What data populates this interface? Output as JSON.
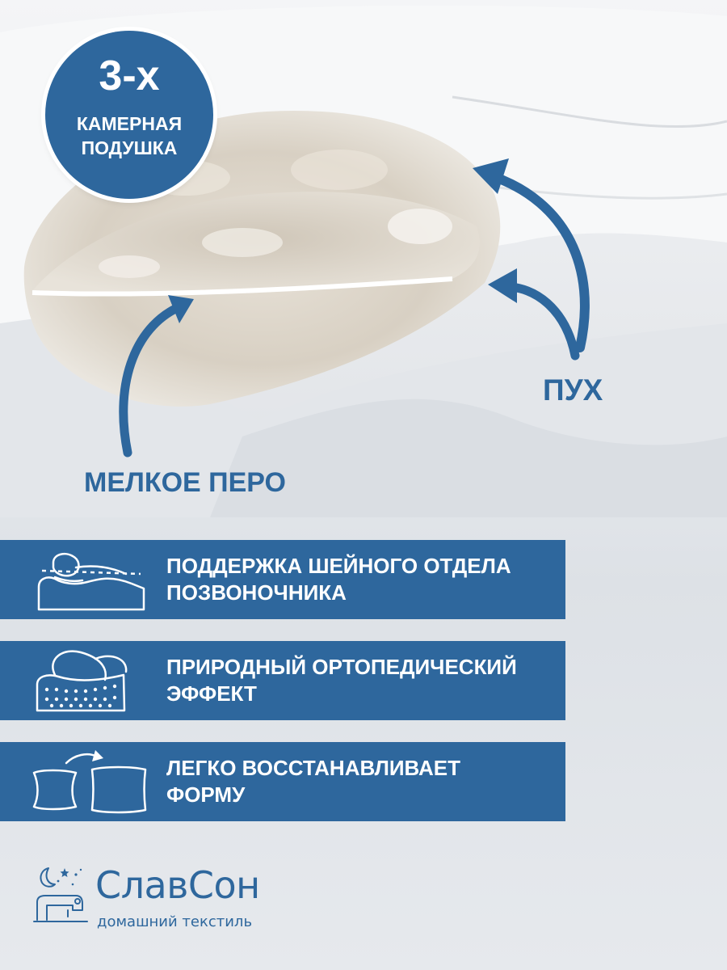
{
  "badge": {
    "big": "3-х",
    "line1": "КАМЕРНАЯ",
    "line2": "ПОДУШКА"
  },
  "labels": {
    "down": "ПУХ",
    "feather": "МЕЛКОЕ ПЕРО"
  },
  "features": [
    {
      "icon": "neck-support-pillow-icon",
      "line1": "ПОДДЕРЖКА ШЕЙНОГО ОТДЕЛА",
      "line2": "ПОЗВОНОЧНИКА"
    },
    {
      "icon": "orthopedic-pillow-icon",
      "line1": "ПРИРОДНЫЙ ОРТОПЕДИЧЕСКИЙ",
      "line2": "ЭФФЕКТ"
    },
    {
      "icon": "pillow-restore-shape-icon",
      "line1": "ЛЕГКО ВОССТАНАВЛИВАЕТ",
      "line2": "ФОРМУ"
    }
  ],
  "brand": {
    "name": "СлавСон",
    "tagline": "домашний текстиль"
  },
  "colors": {
    "accent": "#2e679d",
    "background": "#e7eaee",
    "white": "#ffffff"
  }
}
